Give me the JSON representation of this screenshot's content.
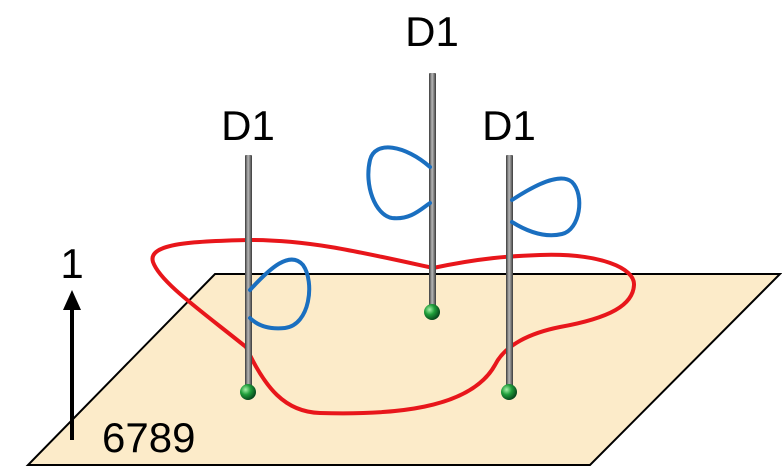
{
  "labels": {
    "brane_left": "D1",
    "brane_center": "D1",
    "brane_right": "D1",
    "axis": "1",
    "plane": "6789"
  },
  "colors": {
    "plane_fill": "#fcebc9",
    "plane_stroke": "#000000",
    "red_loop": "#e8161b",
    "blue_loop": "#1a6fc0",
    "rod": "#6e6e6e",
    "endpoint": "#1f9e3a",
    "arrow": "#000000"
  }
}
